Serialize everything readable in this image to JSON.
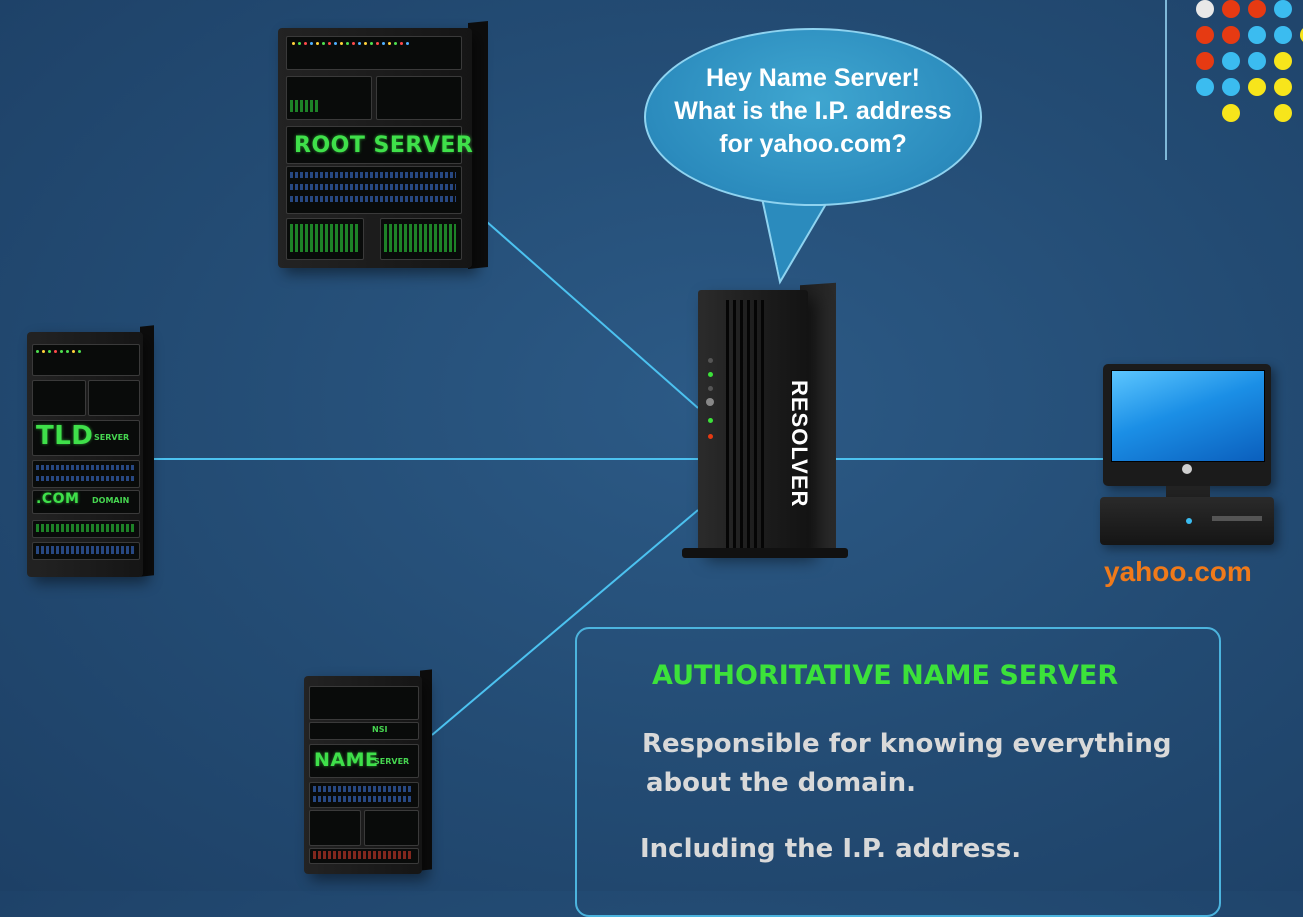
{
  "colors": {
    "background": "#234b73",
    "connector": "#4cc2f0",
    "bubble": "#2b8bbd",
    "green_label": "#3ce23a",
    "domain_orange": "#f07a1a",
    "info_border": "#4cb4de"
  },
  "servers": {
    "root": {
      "label": "ROOT SERVER"
    },
    "tld": {
      "label": "TLD",
      "sub_label": "SERVER",
      "com_label": ".COM",
      "domain_label": "DOMAIN"
    },
    "name": {
      "label": "NAME",
      "sub_label": "SERVER",
      "nsi_label": "NSI"
    }
  },
  "resolver": {
    "label": "RESOLVER"
  },
  "speech_bubble": {
    "line1": "Hey Name Server!",
    "line2": "What is the I.P. address",
    "line3": "for yahoo.com?"
  },
  "client": {
    "domain": "yahoo.com"
  },
  "info_box": {
    "title": "AUTHORITATIVE NAME SERVER",
    "line1": "Responsible for knowing everything",
    "line2": "about the domain.",
    "line3": "Including the I.P. address."
  },
  "decorative_dot_colors": [
    "#e8e8e8",
    "#e63a12",
    "#3bbcf0",
    "#f7e51b"
  ]
}
